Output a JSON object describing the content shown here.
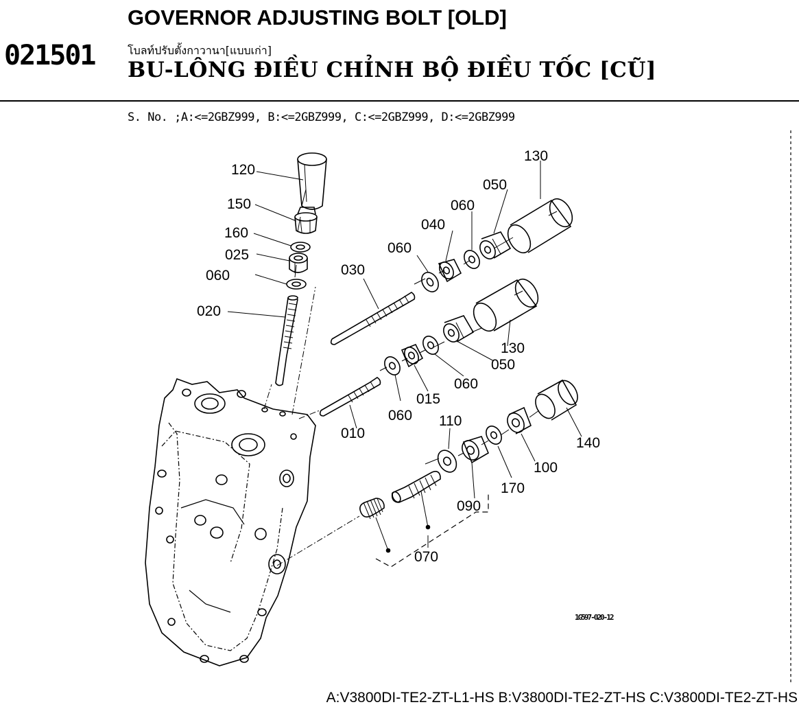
{
  "header": {
    "code": "021501",
    "title_en": "GOVERNOR ADJUSTING BOLT [OLD]",
    "title_th": "โบลท์ปรับตั้งกาวานา[แบบเก่า]",
    "title_vi": "BU-LÔNG ĐIỀU CHỈNH BỘ ĐIỀU TỐC [CŨ]"
  },
  "serial_info": "S. No. ;A:<=2GBZ999, B:<=2GBZ999, C:<=2GBZ999, D:<=2GBZ999",
  "diagram": {
    "ref_code": "1G597-020-12",
    "callouts": {
      "c120": "120",
      "c150": "150",
      "c160": "160",
      "c025": "025",
      "c060a": "060",
      "c020": "020",
      "c130a": "130",
      "c050a": "050",
      "c060b": "060",
      "c040": "040",
      "c060c": "060",
      "c030": "030",
      "c130b": "130",
      "c050b": "050",
      "c060d": "060",
      "c015": "015",
      "c060e": "060",
      "c010": "010",
      "c110": "110",
      "c140": "140",
      "c100": "100",
      "c170": "170",
      "c090": "090",
      "c070": "070"
    }
  },
  "footer": {
    "models": "A:V3800DI-TE2-ZT-L1-HS B:V3800DI-TE2-ZT-HS C:V3800DI-TE2-ZT-HS"
  }
}
